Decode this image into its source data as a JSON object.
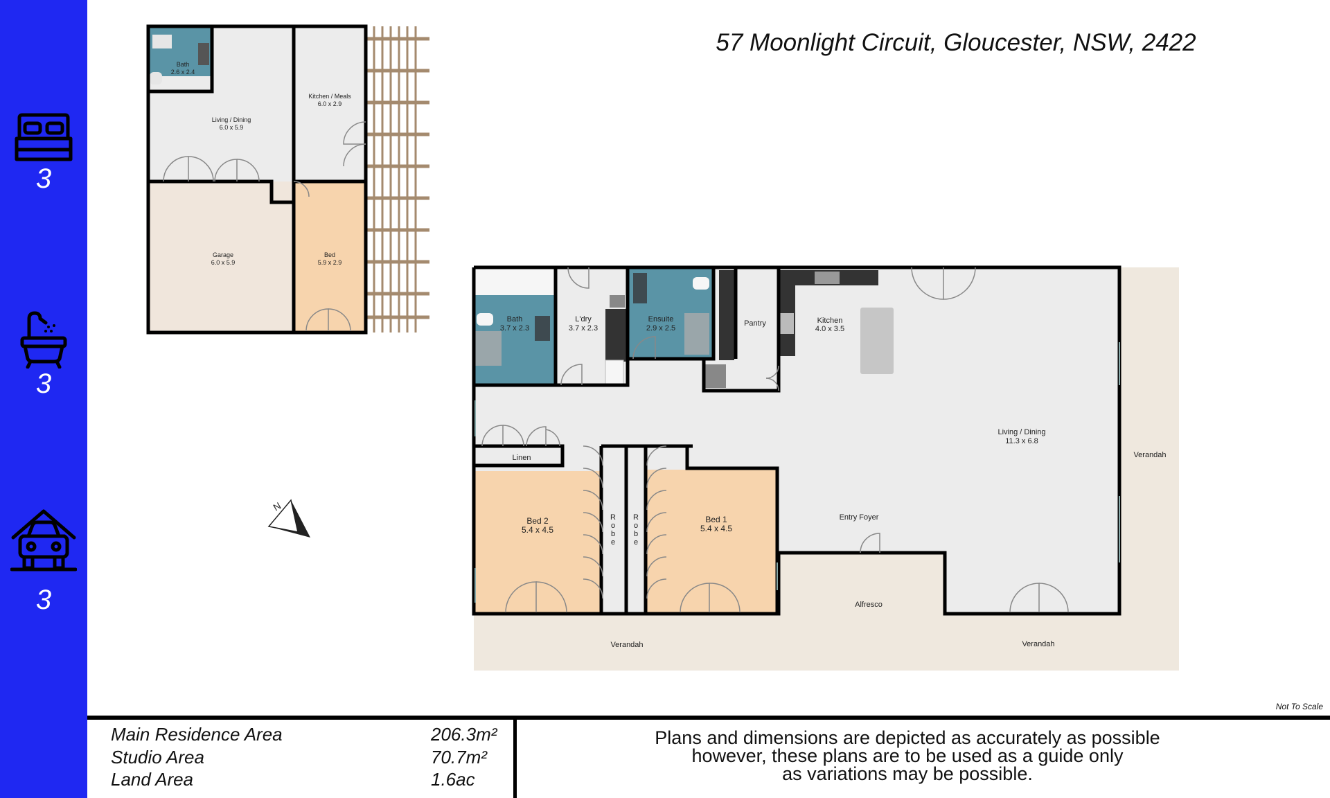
{
  "address": "57 Moonlight Circuit, Gloucester, NSW, 2422",
  "sidebar": {
    "bedrooms": {
      "icon": "bed-icon",
      "count": "3"
    },
    "bathrooms": {
      "icon": "bathtub-icon",
      "count": "3"
    },
    "garages": {
      "icon": "garage-car-icon",
      "count": "3"
    }
  },
  "colors": {
    "sidebar": "#1f28f2",
    "bedroom": "#f7d4ad",
    "wet_area": "#5a94a6",
    "garage": "#f0e6dc",
    "verandah": "#efe8de",
    "floor": "#ececec"
  },
  "studio": {
    "bath": {
      "name": "Bath",
      "size": "2.6 x 2.4"
    },
    "living": {
      "name": "Living / Dining",
      "size": "6.0 x 5.9"
    },
    "kitchen": {
      "name": "Kitchen / Meals",
      "size": "6.0 x 2.9"
    },
    "garage": {
      "name": "Garage",
      "size": "6.0 x 5.9"
    },
    "bed": {
      "name": "Bed",
      "size": "5.9 x 2.9"
    }
  },
  "main": {
    "bath": {
      "name": "Bath",
      "size": "3.7 x 2.3"
    },
    "laundry": {
      "name": "L'dry",
      "size": "3.7 x 2.3"
    },
    "ensuite": {
      "name": "Ensuite",
      "size": "2.9 x 2.5"
    },
    "pantry": {
      "name": "Pantry"
    },
    "kitchen": {
      "name": "Kitchen",
      "size": "4.0 x 3.5"
    },
    "living": {
      "name": "Living / Dining",
      "size": "11.3 x 6.8"
    },
    "linen": {
      "name": "Linen"
    },
    "bed2": {
      "name": "Bed 2",
      "size": "5.4 x 4.5"
    },
    "robe_letters": [
      "R",
      "o",
      "b",
      "e"
    ],
    "bed1": {
      "name": "Bed 1",
      "size": "5.4 x 4.5"
    },
    "entry": {
      "name": "Entry Foyer"
    },
    "alfresco": {
      "name": "Alfresco"
    },
    "verandah_right": {
      "name": "Verandah"
    },
    "verandah_bottom_left": {
      "name": "Verandah"
    },
    "verandah_bottom_right": {
      "name": "Verandah"
    }
  },
  "compass": {
    "north": "N"
  },
  "not_to_scale": "Not To Scale",
  "areas": [
    {
      "label": "Main Residence Area",
      "value": "206.3m²"
    },
    {
      "label": "Studio Area",
      "value": "70.7m²"
    },
    {
      "label": "Land Area",
      "value": "1.6ac"
    }
  ],
  "disclaimer": [
    "Plans and dimensions are depicted as accurately as possible",
    "however, these plans are to be used as a guide only",
    "as variations may be possible."
  ]
}
